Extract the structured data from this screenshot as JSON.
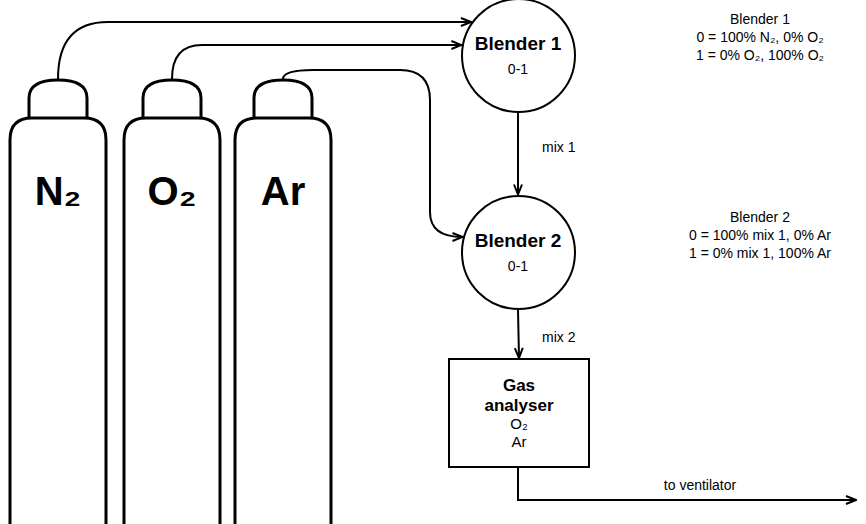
{
  "diagram": {
    "nodes": [
      {
        "text": [
          "N₂"
        ]
      },
      {
        "text": [
          "O₂"
        ]
      },
      {
        "text": [
          "Ar"
        ]
      },
      {
        "text": [
          "Blender 1",
          "0-1"
        ]
      },
      {
        "text": [
          "Blender 2",
          "0-1"
        ]
      },
      {
        "text": [
          "Gas analyser",
          "O₂",
          "Ar"
        ]
      }
    ],
    "edges": [
      {
        "from": 0,
        "to": 3,
        "arrow": "to"
      },
      {
        "from": 1,
        "to": 3,
        "arrow": "to"
      },
      {
        "from": 2,
        "to": 4,
        "arrow": "to"
      },
      {
        "from": 3,
        "to": 4,
        "label": "mix 1",
        "arrow": "to"
      },
      {
        "from": 4,
        "to": 5,
        "label": "mix 2",
        "arrow": "to"
      }
    ],
    "labels": [
      "Blender 1",
      "0 = 100% N₂, 0% O₂",
      "1 = 0% O₂, 100% O₂",
      "Blender 2",
      "0 = 100% mix 1, 0% Ar",
      "1 = 0% mix 1, 100% Ar",
      "to ventilator"
    ]
  }
}
